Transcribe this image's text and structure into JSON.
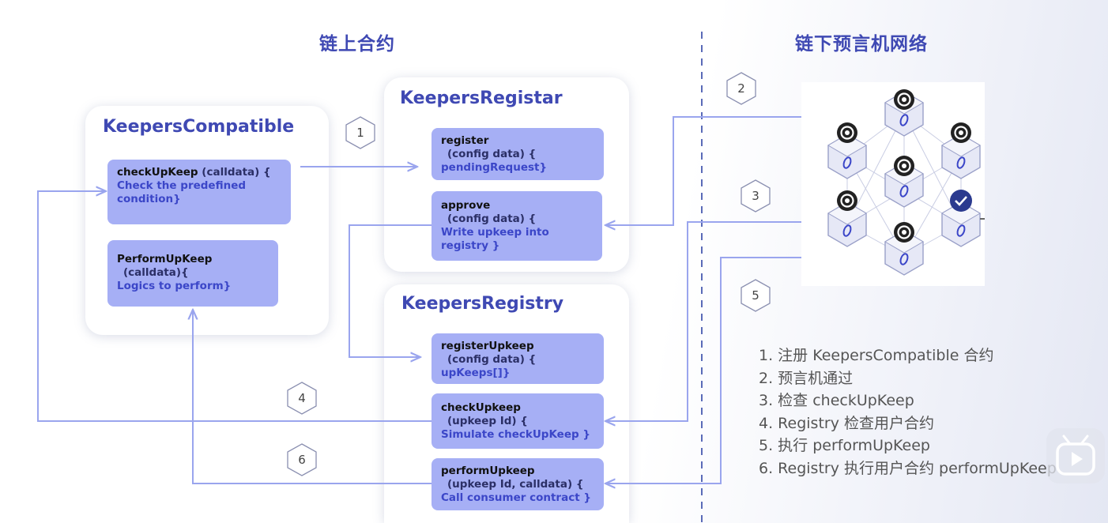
{
  "headings": {
    "onchain": "链上合约",
    "offchain": "链下预言机网络"
  },
  "compatible": {
    "title": "KeepersCompatible",
    "check": {
      "name": "checkUpKeep",
      "params": "(calldata) {",
      "body": "Check the predefined condition}"
    },
    "perform": {
      "name": "PerformUpKeep",
      "params": "(calldata){",
      "body": "Logics to perform}"
    }
  },
  "registrar": {
    "title": "KeepersRegistar",
    "register": {
      "name": "register",
      "params": "(config data) {",
      "body": "pendingRequest}"
    },
    "approve": {
      "name": "approve",
      "params": "(config data) {",
      "body": "Write upkeep into registry }"
    }
  },
  "registry": {
    "title": "KeepersRegistry",
    "registerUpkeep": {
      "name": "registerUpkeep",
      "params": "(config data) {",
      "body": "upKeeps[]}"
    },
    "checkUpkeep": {
      "name": "checkUpkeep",
      "params": "(upkeep Id) {",
      "body": "Simulate checkUpKeep }"
    },
    "performUpkeep": {
      "name": "performUpkeep",
      "params": "(upkeep Id, calldata) {",
      "body": "Call consumer contract }"
    }
  },
  "steps": [
    "1",
    "2",
    "3",
    "4",
    "5",
    "6"
  ],
  "notes": [
    "1. 注册 KeepersCompatible 合约",
    "2. 预言机通过",
    "3. 检查 checkUpKeep",
    "4. Registry 检查用户合约",
    "5. 执行 performUpKeep",
    "6. Registry 执行用户合约 performUpKeep"
  ],
  "colors": {
    "title": "#3f49b3",
    "fn_box": "#a6aff5",
    "arrow": "#9aa5ee",
    "body_text": "#3b46c8"
  },
  "icons": [
    "play-icon",
    "gear-icon",
    "chainlink-icon",
    "check-icon"
  ]
}
